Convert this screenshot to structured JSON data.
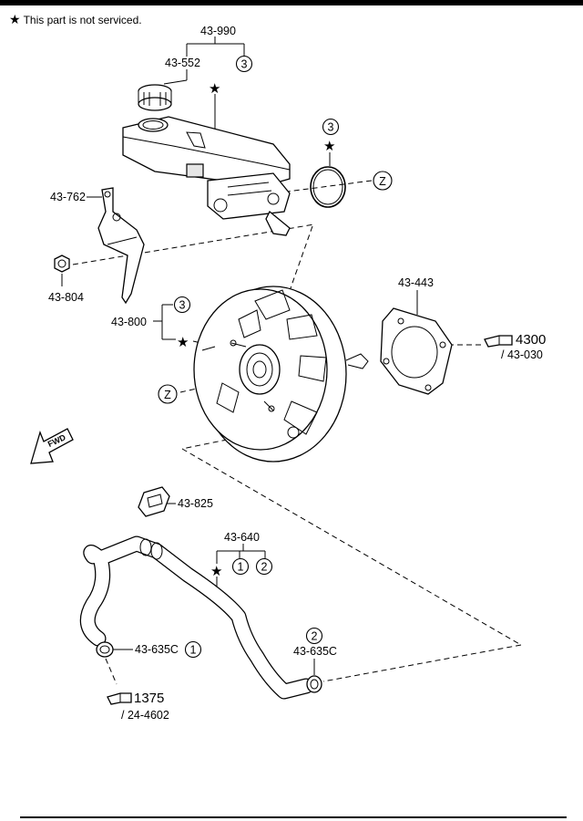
{
  "note": {
    "star": "★",
    "text": "This part is not serviced."
  },
  "callouts": {
    "reservoir_assy": "43-990",
    "cap": "43-552",
    "bracket": "43-762",
    "nut": "43-804",
    "booster": "43-800",
    "gasket": "43-443",
    "clip": "43-825",
    "vacuum_hose": "43-640",
    "hose_clamp_lower": "43-635C",
    "hose_clamp_upper": "43-635C"
  },
  "circled": {
    "three": "3",
    "one": "1",
    "two": "2",
    "z": "Z"
  },
  "stars": {
    "symbol": "★"
  },
  "refs": {
    "ref_a_num": "4300",
    "ref_a_sub": "/ 43-030",
    "ref_b_num": "1375",
    "ref_b_sub": "/ 24-4602"
  },
  "fwd": "FWD",
  "icons": {
    "reference": "pointing-hand-icon",
    "direction": "fwd-arrow-icon"
  }
}
